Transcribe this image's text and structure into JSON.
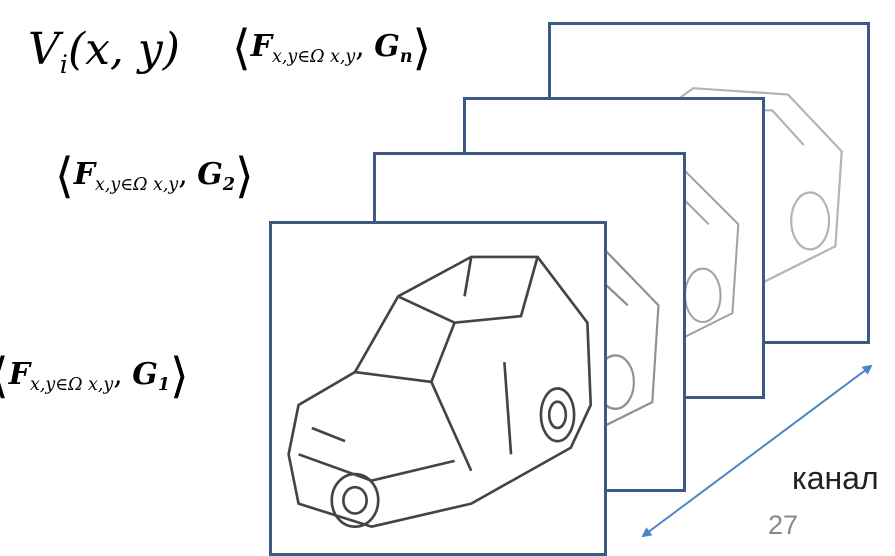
{
  "formulas": {
    "v": {
      "main": "V",
      "sub": "i",
      "args": "(x, y)"
    },
    "gn": {
      "f": "F",
      "fsub": "x,y∈Ω x,y",
      "g": "G",
      "gsub": "n"
    },
    "g2": {
      "f": "F",
      "fsub": "x,y∈Ω x,y",
      "g": "G",
      "gsub": "2"
    },
    "g1": {
      "f": "F",
      "fsub": "x,y∈Ω x,y",
      "g": "G",
      "gsub": "1"
    }
  },
  "channel_label": "канал",
  "page_number": "27",
  "colors": {
    "frame_border": "#3d5a87",
    "arrow": "#4a86c5",
    "sketch": "#555555"
  }
}
